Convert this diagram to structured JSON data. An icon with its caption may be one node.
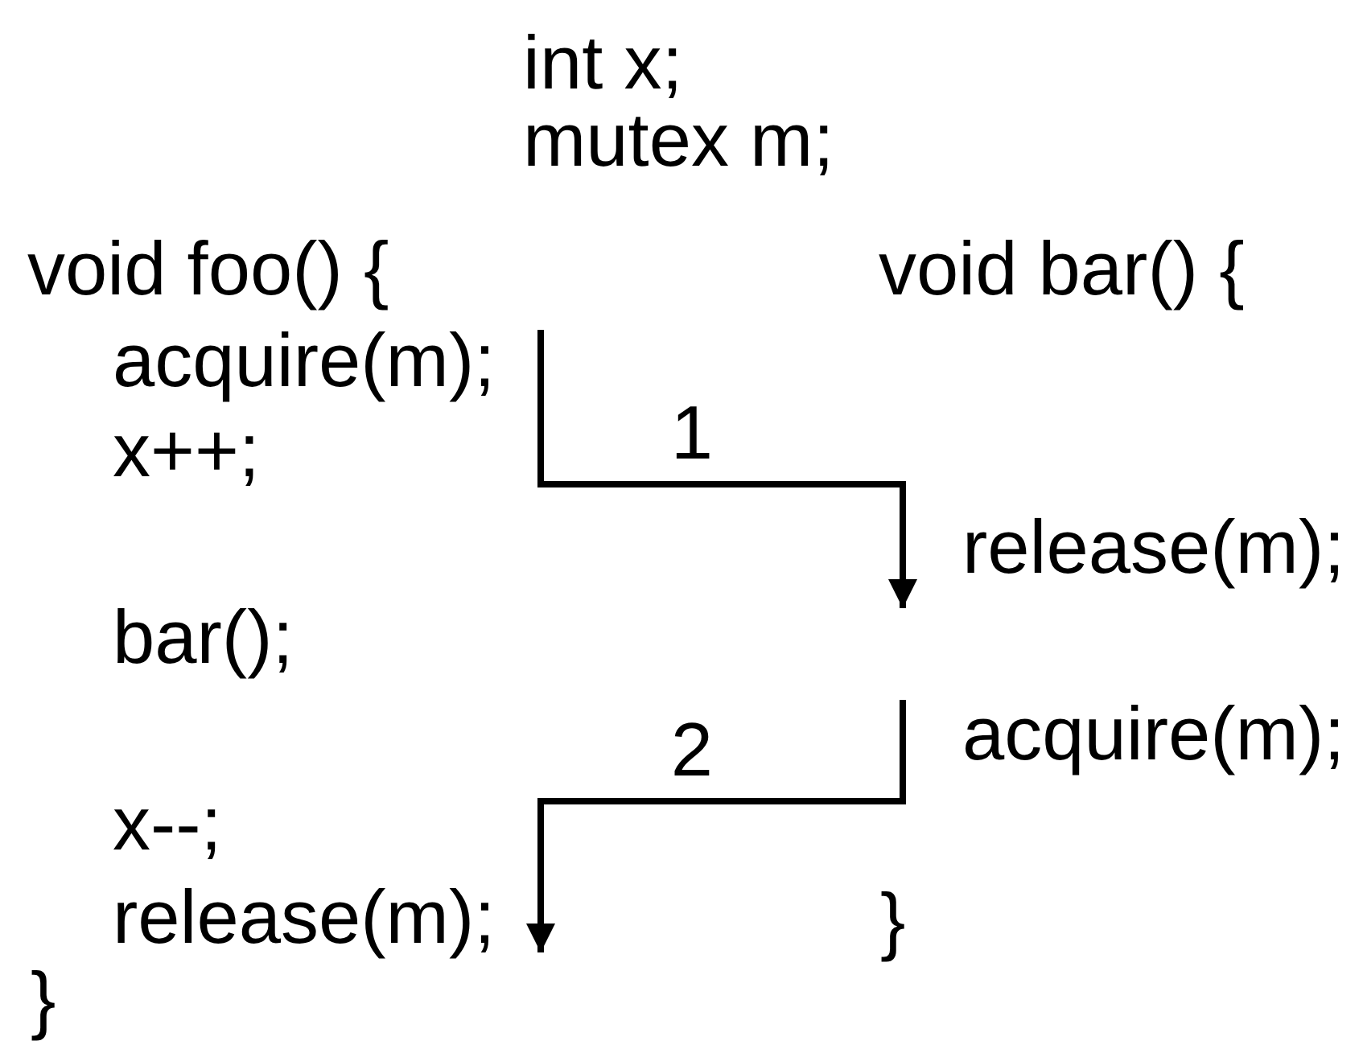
{
  "diagram": {
    "nodes": [
      {
        "text": [
          "acquire(m);"
        ]
      },
      {
        "text": [
          "release(m);"
        ]
      },
      {
        "text": [
          "acquire(m);"
        ]
      },
      {
        "text": [
          "release(m);"
        ]
      }
    ],
    "edges": [
      {
        "from": 0,
        "to": 1,
        "arrow": "to",
        "label": "1"
      },
      {
        "from": 2,
        "to": 3,
        "arrow": "to",
        "label": "2"
      }
    ],
    "labels": [
      "int x;",
      "mutex m;",
      "void foo() {",
      "void bar() {",
      "x++;",
      "bar();",
      "x--;",
      "}",
      "}"
    ]
  }
}
